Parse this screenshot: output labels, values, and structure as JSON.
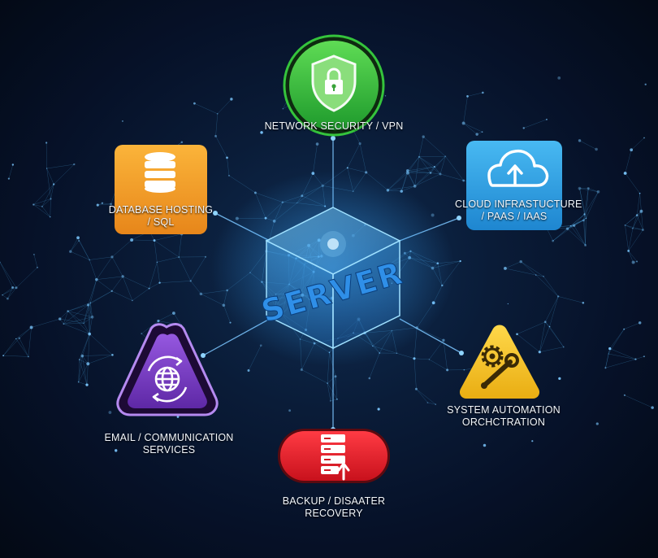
{
  "center": {
    "label": "SERVER"
  },
  "nodes": {
    "network_security": {
      "lines": [
        "NETWORK SECURITY / VPN"
      ],
      "icon": "shield-lock-icon",
      "color": "#2db53a"
    },
    "database_hosting": {
      "lines": [
        "DATABASE HOSTING",
        "/ SQL"
      ],
      "icon": "database-icon",
      "color": "#f39a1e"
    },
    "cloud_infrastructure": {
      "lines": [
        "CLOUD INFRASTUCTURE",
        "/ PAAS / IAAS"
      ],
      "icon": "cloud-upload-icon",
      "color": "#2a9be0"
    },
    "email_communication": {
      "lines": [
        "EMAIL / COMMUNICATION",
        "SERVICES"
      ],
      "icon": "globe-sync-icon",
      "color": "#7a3fc4"
    },
    "system_automation": {
      "lines": [
        "SYSTEM AUTOMATION",
        "ORCHCTRATION"
      ],
      "icon": "gear-wrench-icon",
      "color": "#f2c21f"
    },
    "backup_recovery": {
      "lines": [
        "BACKUP / DISAATER",
        "RECOVERY"
      ],
      "icon": "server-upload-icon",
      "color": "#e0202c"
    }
  }
}
